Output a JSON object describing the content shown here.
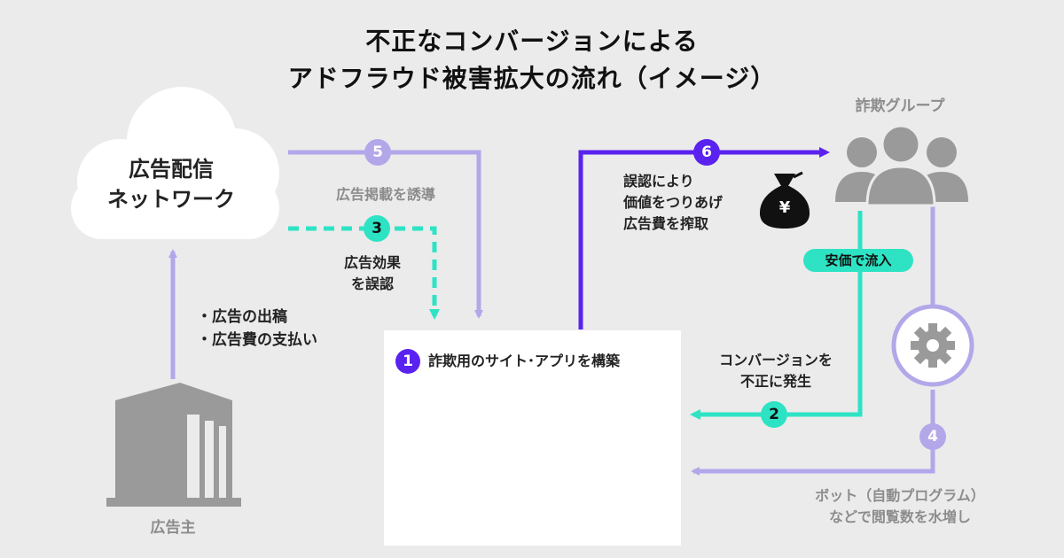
{
  "title": {
    "line1": "不正なコンバージョンによる",
    "line2": "アドフラウド被害拡大の流れ（イメージ）"
  },
  "nodes": {
    "network": {
      "line1": "広告配信",
      "line2": "ネットワーク"
    },
    "advertiser": "広告主",
    "fraud_group": "詐欺グループ",
    "site_app": {
      "number": "1",
      "label": "詐欺用のサイト･アプリを構築"
    },
    "bot": {
      "line1": "ボット（自動プログラム）",
      "line2": "などで閲覧数を水増し"
    }
  },
  "advertiser_actions": [
    "広告の出稿",
    "広告費の支払い"
  ],
  "steps": {
    "s2": {
      "number": "2",
      "line1": "コンバージョンを",
      "line2": "不正に発生"
    },
    "s3": {
      "number": "3",
      "line1": "広告効果",
      "line2": "を誤認"
    },
    "s4": {
      "number": "4"
    },
    "s5": {
      "number": "5",
      "label": "広告掲載を誘導"
    },
    "s6": {
      "number": "6",
      "line1": "誤認により",
      "line2": "価値をつりあげ",
      "line3": "広告費を搾取"
    }
  },
  "pill": "安価で流入",
  "money_bag_symbol": "¥",
  "colors": {
    "background": "#ebebeb",
    "purple": "#5a22ef",
    "lavender": "#b3a7ea",
    "teal": "#2de3c4",
    "grey_icon": "#9a9a9a"
  }
}
